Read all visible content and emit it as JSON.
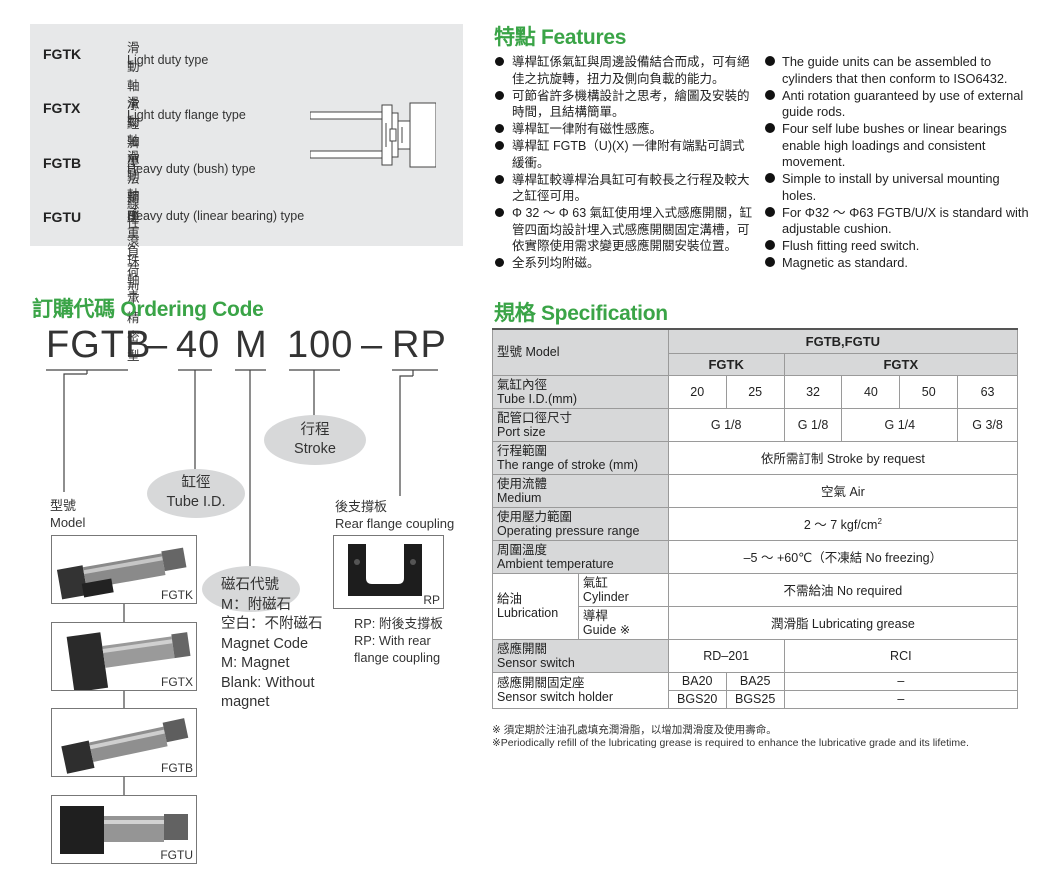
{
  "types": [
    {
      "code": "FGTK",
      "zh": "滑動軸承經濟型",
      "en": "Light duty type"
    },
    {
      "code": "FGTX",
      "zh": "滑動軸承法蘭型",
      "en": "Light duty flange type"
    },
    {
      "code": "FGTB",
      "zh": "滑動軸承重負荷型",
      "en": "Heavy duty (bush) type"
    },
    {
      "code": "FGTU",
      "zh": "線性滾珠軸承精密型",
      "en": "Heavy duty (linear bearing) type"
    }
  ],
  "ordering": {
    "heading_zh": "訂購代碼",
    "heading_en": "Ordering Code",
    "code_parts": [
      "FGTB",
      "–",
      "40",
      "M",
      "100",
      "–",
      "RP"
    ],
    "stroke_zh": "行程",
    "stroke_en": "Stroke",
    "bore_zh": "缸徑",
    "bore_en": "Tube I.D.",
    "model_zh": "型號",
    "model_en": "Model",
    "rear_zh": "後支撐板",
    "rear_en": "Rear flange coupling",
    "rear_box_label": "RP",
    "rear_note": [
      "RP: 附後支撐板",
      "RP: With rear",
      "flange  coupling"
    ],
    "magnet_lines": [
      "磁石代號",
      "M：附磁石",
      "空白：不附磁石",
      "Magnet Code",
      "M:  Magnet",
      "Blank: Without",
      "magnet"
    ],
    "model_photos": [
      "FGTK",
      "FGTX",
      "FGTB",
      "FGTU"
    ]
  },
  "features": {
    "heading_zh": "特點",
    "heading_en": "Features",
    "zh": [
      "導桿缸係氣缸與周邊設備結合而成，可有絕佳之抗旋轉，扭力及側向負載的能力。",
      "可節省許多機構設計之思考，繪圖及安裝的時間，且結構簡單。",
      "導桿缸一律附有磁性感應。",
      "導桿缸 FGTB（U)(X) 一律附有端點可調式緩衝。",
      "導桿缸較導桿治具缸可有較長之行程及較大之缸徑可用。",
      "Φ 32 ～ Φ 63 氣缸使用埋入式感應開關，缸管四面均設計埋入式感應開關固定溝槽，可依實際使用需求變更感應開關安裝位置。",
      "全系列均附磁。"
    ],
    "en": [
      "The guide units can be assembled to cylinders that then conform to ISO6432.",
      "Anti rotation guaranteed by use of external guide rods.",
      "Four self lube bushes or linear bearings enable high loadings and consistent movement.",
      "Simple to install by universal mounting holes.",
      "For Φ32 ～ Φ63 FGTB/U/X is standard with adjustable cushion.",
      "Flush fitting reed switch.",
      "Magnetic as standard."
    ]
  },
  "spec": {
    "heading_zh": "規格",
    "heading_en": "Specification",
    "model_label": "型號 Model",
    "group_header": "FGTB,FGTU",
    "sub_headers": [
      "FGTK",
      "FGTX"
    ],
    "bore_label_zh": "氣缸內徑",
    "bore_label_en": "Tube I.D.(mm)",
    "bores": [
      "20",
      "25",
      "32",
      "40",
      "50",
      "63"
    ],
    "port_label_zh": "配管口徑尺寸",
    "port_label_en": "Port size",
    "ports": [
      "G 1/8",
      "G 1/8",
      "G 1/4",
      "G 3/8"
    ],
    "stroke_label_zh": "行程範圍",
    "stroke_label_en": "The range of stroke (mm)",
    "stroke_value": "依所需訂制 Stroke by request",
    "medium_label_zh": "使用流體",
    "medium_label_en": "Medium",
    "medium_value": "空氣  Air",
    "pressure_label_zh": "使用壓力範圍",
    "pressure_label_en": "Operating pressure range",
    "pressure_value": "2 ～ 7 kgf/cm",
    "pressure_sup": "2",
    "temp_label_zh": "周圍溫度",
    "temp_label_en": "Ambient temperature",
    "temp_value": "–5 ～ +60℃（不凍結 No freezing）",
    "lube_label_zh": "給油",
    "lube_label_en": "Lubrication",
    "lube_cyl_zh": "氣缸",
    "lube_cyl_en": "Cylinder",
    "lube_cyl_value": "不需給油 No required",
    "lube_guide_zh": "導桿",
    "lube_guide_en": "Guide ※",
    "lube_guide_value": "潤滑脂 Lubricating grease",
    "switch_label_zh": "感應開關",
    "switch_label_en": "Sensor switch",
    "switch_values": [
      "RD–201",
      "RCI"
    ],
    "holder_label_zh": "感應開關固定座",
    "holder_label_en": "Sensor switch holder",
    "holder_row1": [
      "BA20",
      "BA25",
      "–"
    ],
    "holder_row2": [
      "BGS20",
      "BGS25",
      "–"
    ],
    "note_zh": "※ 須定期於注油孔處填充潤滑脂，以增加潤滑度及使用壽命。",
    "note_en": "※Periodically refill of the lubricating grease is required to enhance the lubricative grade and its lifetime."
  }
}
